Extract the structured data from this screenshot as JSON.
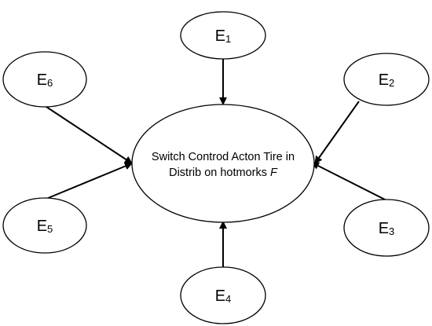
{
  "center": {
    "line1": "Switch Controd Acton Tire in",
    "line2": "Distrib on hotmorks",
    "symbol": "F"
  },
  "nodes": [
    {
      "letter": "E",
      "index": "1"
    },
    {
      "letter": "E",
      "index": "2"
    },
    {
      "letter": "E",
      "index": "3"
    },
    {
      "letter": "E",
      "index": "4"
    },
    {
      "letter": "E",
      "index": "5"
    },
    {
      "letter": "E",
      "index": "6"
    }
  ],
  "colors": {
    "stroke": "#000000",
    "background": "#ffffff"
  }
}
